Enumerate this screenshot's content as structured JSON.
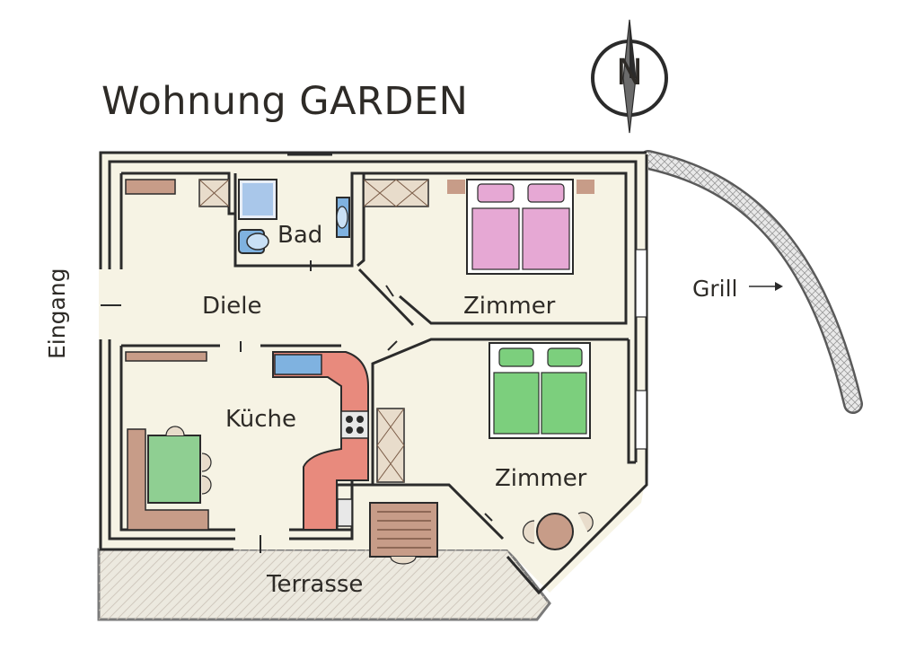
{
  "title": "Wohnung GARDEN",
  "compass": {
    "label": "N",
    "icon": "north-compass-icon"
  },
  "rooms": {
    "bad": "Bad",
    "diele": "Diele",
    "zimmer_1": "Zimmer",
    "kueche": "Küche",
    "zimmer_2": "Zimmer",
    "terrasse": "Terrasse"
  },
  "annotations": {
    "eingang": "Eingang",
    "grill": "Grill"
  },
  "colors": {
    "floor": "#f6f3e4",
    "wall": "#2b2b2b",
    "bed_pink": "#e6a8d4",
    "bed_green": "#7ccf7d",
    "kitchen_counter": "#e88a7d",
    "table_green": "#8fcf92",
    "wood": "#c79c88",
    "shower_blue": "#7fb2e0",
    "terrace_stone": "#ece9df"
  }
}
